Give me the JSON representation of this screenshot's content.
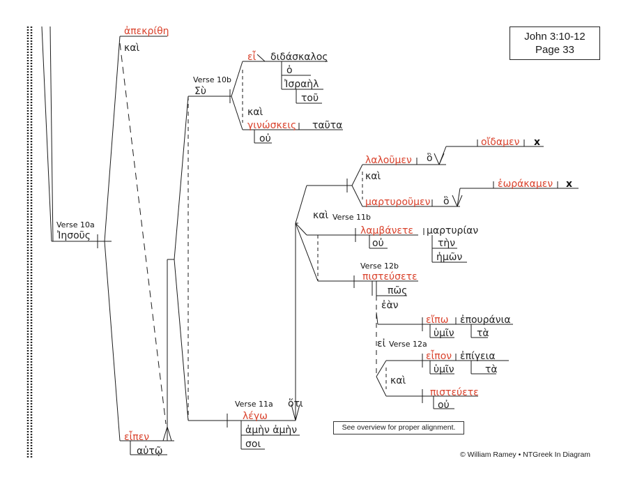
{
  "header": {
    "ref": "John 3:10-12",
    "page": "Page 33"
  },
  "note": "See overview for proper alignment.",
  "copyright": "© William Ramey • NTGreek In Diagram",
  "labels": {
    "v10a": "Verse 10a",
    "v10b": "Verse 10b",
    "v11a": "Verse 11a",
    "v11b": "Verse 11b",
    "v12a": "Verse 12a",
    "v12b": "Verse 12b"
  },
  "words": {
    "apekrithe": "ἀπεκρίθη",
    "kai1": "καὶ",
    "iesous": "Ἰησοῦς",
    "eipen": "εἶπεν",
    "auto": "αὐτῷ",
    "su": "Σὺ",
    "ei1": "εἶ",
    "didaskalos": "διδάσκαλος",
    "ho1": "ὁ",
    "israel": "Ἰσραὴλ",
    "tou": "τοῦ",
    "kai2": "καὶ",
    "ginoskeis": "γινώσκεις",
    "tauta": "ταῦτα",
    "ou1": "οὐ",
    "lalumen": "λαλοῦμεν",
    "ho2": "ὃ",
    "oidamen": "οἴδαμεν",
    "x1": "x",
    "kai3": "καὶ",
    "martyrumen": "μαρτυροῦμεν",
    "ho3": "ὃ",
    "heorakamen": "ἑωράκαμεν",
    "x2": "x",
    "kai4": "καὶ",
    "lambanete": "λαμβάνετε",
    "martyrian": "μαρτυρίαν",
    "ou2": "οὐ",
    "ten": "τὴν",
    "hemon": "ἡμῶν",
    "pisteusete": "πιστεύσετε",
    "pos": "πῶς",
    "ean": "ἐὰν",
    "eipo": "εἴπω",
    "epourania": "ἐπουράνια",
    "hymin1": "ὑμῖν",
    "ta1": "τὰ",
    "ei2": "εἰ",
    "eipon": "εἶπον",
    "epigeia": "ἐπίγεια",
    "hymin2": "ὑμῖν",
    "ta2": "τὰ",
    "kai5": "καὶ",
    "pisteuete": "πιστεύετε",
    "ou3": "οὐ",
    "hoti": "ὅτι",
    "lego": "λέγω",
    "amen": "ἀμὴν ἀμὴν",
    "soi": "σοι"
  }
}
